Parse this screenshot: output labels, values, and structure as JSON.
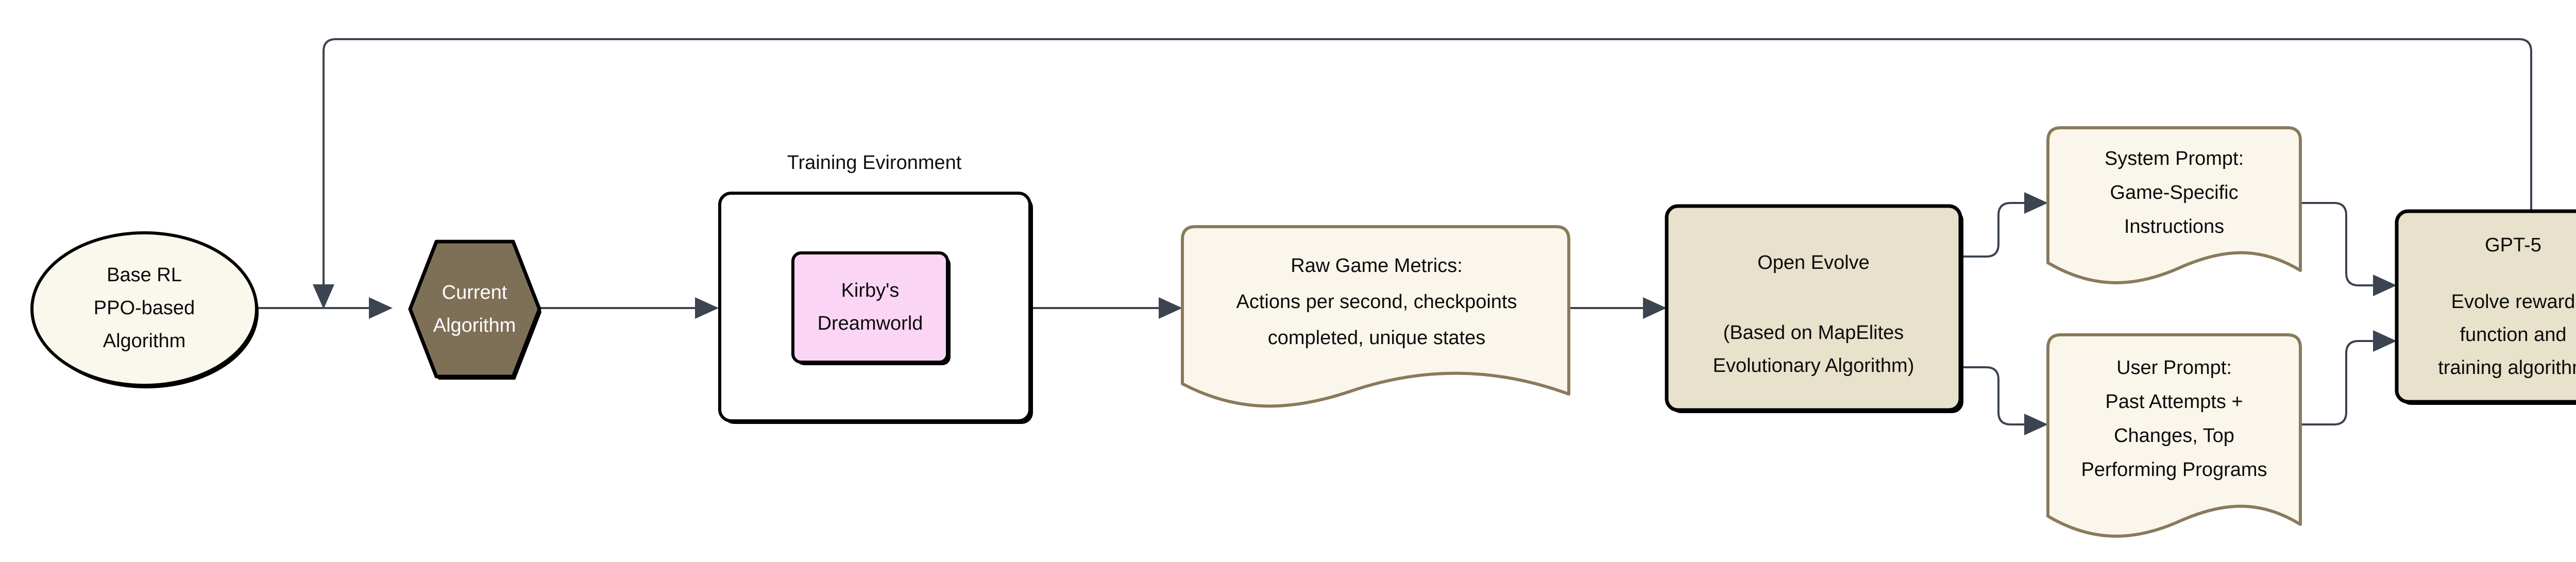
{
  "diagram": {
    "title_label": "Training Evironment",
    "background": "#ffffff",
    "nodes": {
      "base_rl": {
        "shape": "ellipse",
        "fill": "#FAF7EC",
        "stroke": "#000000",
        "lines": [
          "Base RL",
          "PPO-based",
          "Algorithm"
        ]
      },
      "current_algorithm": {
        "shape": "hexagon",
        "fill": "#7E7057",
        "stroke": "#000000",
        "text_color": "#ffffff",
        "lines": [
          "Current",
          "Algorithm"
        ]
      },
      "training_environment": {
        "shape": "rounded-rect",
        "fill": "#ffffff",
        "stroke": "#000000",
        "label": "Training Evironment"
      },
      "kirbys_dreamworld": {
        "shape": "rounded-rect",
        "fill": "#FBD5F5",
        "stroke": "#000000",
        "lines": [
          "Kirby's",
          "Dreamworld"
        ]
      },
      "raw_game_metrics": {
        "shape": "document",
        "fill": "#FAF6EC",
        "stroke": "#8A7A5B",
        "lines": [
          "Raw Game Metrics:",
          "Actions per second, checkpoints",
          "completed, unique states"
        ]
      },
      "open_evolve": {
        "shape": "rounded-rect",
        "fill": "#E8E1CB",
        "stroke": "#000000",
        "lines": [
          "Open Evolve",
          "",
          "(Based on MapElites",
          "Evolutionary Algorithm)"
        ]
      },
      "system_prompt": {
        "shape": "document",
        "fill": "#FAF6EC",
        "stroke": "#8A7A5B",
        "lines": [
          "System Prompt:",
          "Game-Specific",
          "Instructions"
        ]
      },
      "user_prompt": {
        "shape": "document",
        "fill": "#FAF6EC",
        "stroke": "#8A7A5B",
        "lines": [
          "User Prompt:",
          "Past Attempts +",
          "Changes, Top",
          "Performing Programs"
        ]
      },
      "gpt5": {
        "shape": "rounded-rect",
        "fill": "#E8E1CB",
        "stroke": "#000000",
        "lines": [
          "GPT-5",
          "",
          "Evolve reward",
          "function and",
          "training algorithm"
        ]
      }
    },
    "edges": [
      {
        "name": "base-rl-to-current-algorithm",
        "from": "base_rl",
        "to": "current_algorithm",
        "label": ""
      },
      {
        "name": "current-algorithm-to-training-environment",
        "from": "current_algorithm",
        "to": "training_environment",
        "label": ""
      },
      {
        "name": "training-environment-to-raw-game-metrics",
        "from": "training_environment",
        "to": "raw_game_metrics",
        "label": ""
      },
      {
        "name": "raw-game-metrics-to-open-evolve",
        "from": "raw_game_metrics",
        "to": "open_evolve",
        "label": ""
      },
      {
        "name": "open-evolve-to-system-prompt",
        "from": "open_evolve",
        "to": "system_prompt",
        "label": ""
      },
      {
        "name": "open-evolve-to-user-prompt",
        "from": "open_evolve",
        "to": "user_prompt",
        "label": ""
      },
      {
        "name": "system-prompt-to-gpt5",
        "from": "system_prompt",
        "to": "gpt5",
        "label": ""
      },
      {
        "name": "user-prompt-to-gpt5",
        "from": "user_prompt",
        "to": "gpt5",
        "label": ""
      },
      {
        "name": "gpt5-feedback-to-current-algorithm",
        "from": "gpt5",
        "to": "current_algorithm",
        "label": ""
      }
    ]
  }
}
